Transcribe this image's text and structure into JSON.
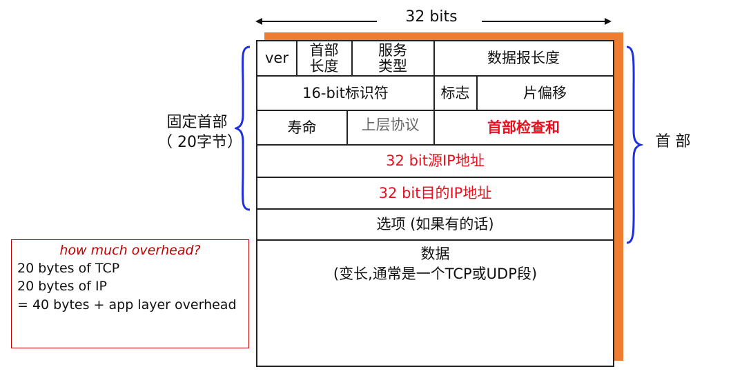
{
  "top_label": "32 bits",
  "table": {
    "row1": {
      "ver": "ver",
      "header_length": "首部\n长度",
      "service_type": "服务\n类型",
      "datagram_length": "数据报长度"
    },
    "row2": {
      "identifier": "16-bit标识符",
      "flags": "标志",
      "fragment_offset": "片偏移"
    },
    "row3": {
      "ttl": "寿命",
      "upper_protocol": "上层协议",
      "checksum": "首部检查和"
    },
    "row4": {
      "source_ip": "32 bit源IP地址"
    },
    "row5": {
      "dest_ip": "32 bit目的IP地址"
    },
    "row6": {
      "options": "选项 (如果有的话)"
    },
    "data": {
      "line1": "数据",
      "line2": "(变长,通常是一个TCP或UDP段)"
    }
  },
  "left_brace_label": {
    "line1": "固定首部",
    "line2": "（ 20字节）"
  },
  "right_brace_label": "首 部",
  "overhead_box": {
    "title": "how much overhead?",
    "lines": [
      "20 bytes of TCP",
      "20 bytes of IP",
      "= 40 bytes + app layer overhead"
    ]
  },
  "colors": {
    "orange": "#ee7d31",
    "red": "#e8101e",
    "brace_blue": "#1f2fe0",
    "box_border": "#c00000"
  }
}
